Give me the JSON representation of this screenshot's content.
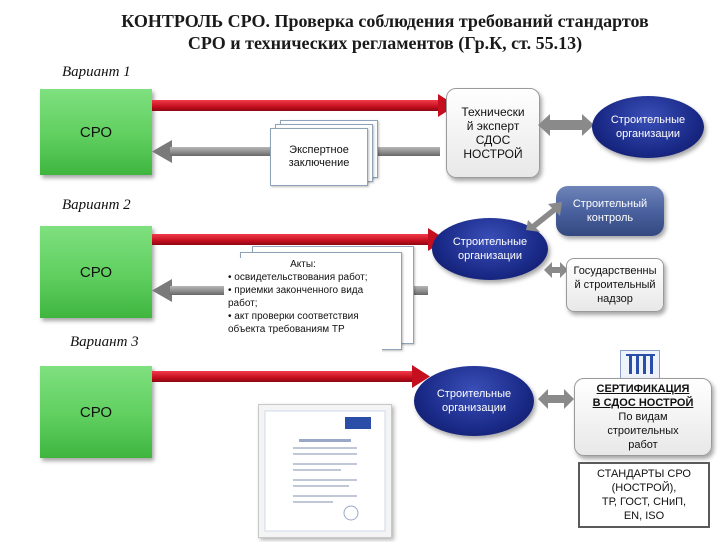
{
  "title": {
    "line1": "КОНТРОЛЬ СРО. Проверка  соблюдения требований стандартов",
    "line2": "СРО  и  технических регламентов (Гр.К, ст. 55.13)"
  },
  "variant1": {
    "label": "Вариант 1",
    "sro": "СРО",
    "doc": "Экспертное заключение",
    "expert": [
      "Технически",
      "й эксперт",
      "СДОС",
      "НОСТРОЙ"
    ],
    "org": "Строительные организации"
  },
  "variant2": {
    "label": "Вариант 2",
    "sro": "СРО",
    "control": "Строительный контроль",
    "org": "Строительные организации",
    "gos": "Государственны й строительный надзор",
    "acts_title": "Акты:",
    "acts_items": [
      "• освидетельствования работ;",
      "• приемки законченного вида работ;",
      "• акт проверки соответствия объекта требованиям ТР"
    ]
  },
  "variant3": {
    "label": "Вариант 3",
    "sro": "СРО",
    "org": "Строительные организации",
    "cert": [
      "СЕРТИФИКАЦИЯ",
      "В СДОС НОСТРОЙ",
      "По видам",
      "строительных",
      "работ"
    ],
    "standards": [
      "СТАНДАРТЫ СРО",
      "(НОСТРОЙ),",
      "ТР, ГОСТ, СНиП,",
      "EN, ISO"
    ]
  },
  "colors": {
    "sro_green": "#5fcf5f",
    "arrow_red": "#c50f1f",
    "navy": "#1a2a88",
    "slate": "#4a62a0"
  }
}
